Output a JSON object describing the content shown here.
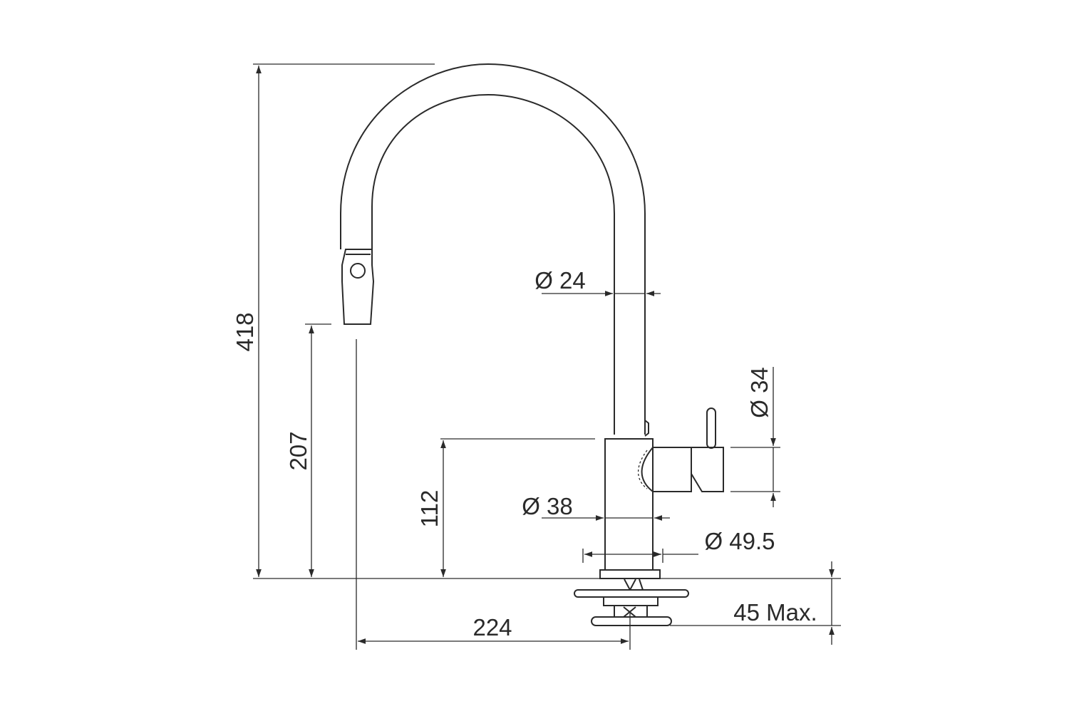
{
  "drawing": {
    "line_color": "#2a2a2a",
    "background": "#ffffff",
    "dimensions": {
      "total_height": "418",
      "spout_outlet_height": "207",
      "lever_height": "112",
      "spout_reach": "224",
      "spout_diameter": "Ø 24",
      "lever_diameter": "Ø 34",
      "body_diameter": "Ø 38",
      "base_diameter": "Ø 49.5",
      "counter_thickness": "45 Max."
    }
  }
}
